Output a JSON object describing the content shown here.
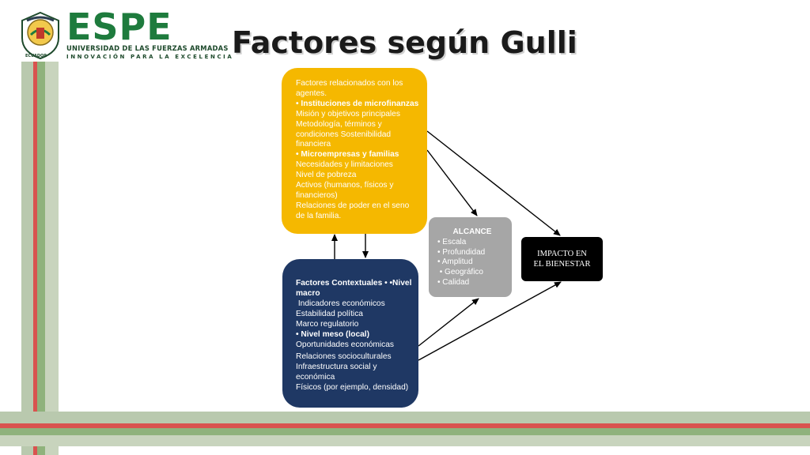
{
  "slide_title": "Factores según Gulli",
  "logo": {
    "wordmark": "ESPE",
    "subtitle": "UNIVERSIDAD DE LAS FUERZAS ARMADAS",
    "tagline": "INNOVACIÓN PARA LA EXCELENCIA",
    "seal_text": "ECUADOR"
  },
  "colors": {
    "agents_box": "#f5b800",
    "context_box": "#1f3864",
    "reach_box": "#a6a6a6",
    "impact_box": "#000000",
    "brand_green": "#1e7b3d",
    "stripe_red": "#d9534f",
    "stripe_sage": "#b9c9ae"
  },
  "diagram": {
    "agents": {
      "title": "Factores relacionados con los agentes.",
      "mfi_heading": "• Instituciones de microfinanzas",
      "mfi_items": [
        "Misión y objetivos principales",
        "Metodología, términos y condiciones Sostenibilidad financiera"
      ],
      "families_heading": "• Microempresas y familias",
      "families_items": [
        "Necesidades y limitaciones",
        "Nivel de pobreza",
        "Activos (humanos, físicos y financieros)",
        "Relaciones de poder en el seno de la familia."
      ]
    },
    "context": {
      "heading": "Factores Contextuales • •Nivel macro",
      "macro_items": [
        " Indicadores económicos",
        "Estabilidad política",
        "Marco regulatorio"
      ],
      "meso_heading": "• Nivel meso (local)",
      "meso_items": [
        "Oportunidades económicas",
        "Relaciones socioculturales",
        "Infraestructura social y económica",
        "Físicos (por ejemplo, densidad)"
      ]
    },
    "reach": {
      "title": "ALCANCE",
      "items": [
        "• Escala",
        "• Profundidad",
        "• Amplitud",
        " • Geográfico",
        "• Calidad"
      ]
    },
    "impact": {
      "line1": "IMPACTO EN",
      "line2": "EL BIENESTAR"
    }
  }
}
